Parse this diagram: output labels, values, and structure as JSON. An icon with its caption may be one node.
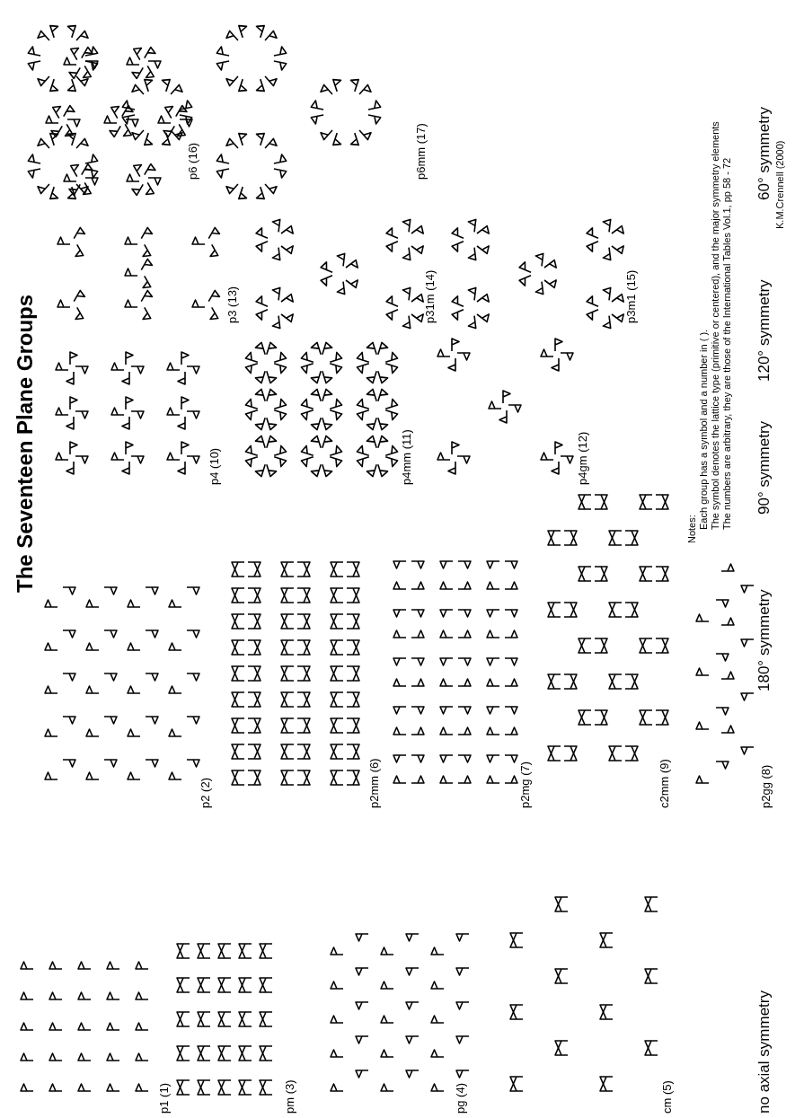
{
  "diagram": {
    "title": "The Seventeen Plane Groups",
    "labels": [
      "p1 (1)",
      "pm (3)",
      "pg (4)",
      "cm (5)",
      "no axial symmetry",
      "p2 (2)",
      "p2mm (6)",
      "p2mg (7)",
      "c2mm (9)",
      "p2gg (8)",
      "180° symmetry",
      "p4 (10)",
      "p4mm (11)",
      "p4gm (12)",
      "90° symmetry",
      "p3 (13)",
      "p31m (14)",
      "p3m1 (15)",
      "120° symmetry",
      "p6 (16)",
      "p6mm (17)",
      "60° symmetry",
      "Notes:",
      "Each group has a symbol and a number in ( ).",
      "The symbol denotes the lattice type (primitive or centered), and the major symmetry elements",
      "The numbers are arbitrary, they are those of the International Tables Vol.1, pp 58 - 72",
      "K.M.Crennell (2000)"
    ]
  }
}
